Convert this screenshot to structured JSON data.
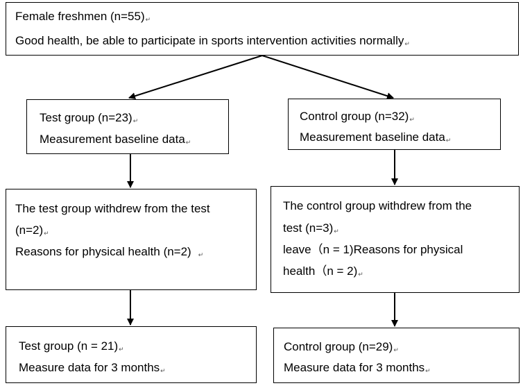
{
  "top": {
    "line1": "Female freshmen (n=55)",
    "line2": "Good health, be able to participate in sports intervention activities normally"
  },
  "test_baseline": {
    "line1": "Test group (n=23)",
    "line2": "Measurement baseline data"
  },
  "control_baseline": {
    "line1": "Control group (n=32)",
    "line2": "Measurement baseline data"
  },
  "test_withdrawal": {
    "line1": "The test group withdrew from the test",
    "line2": "(n=2)",
    "line3": "Reasons for physical health (n=2)"
  },
  "control_withdrawal": {
    "line1": "The control group withdrew from the",
    "line2": "test (n=3)",
    "line3": "leave（n = 1)Reasons for physical",
    "line4": "health（n = 2)"
  },
  "test_final": {
    "line1": "Test group (n = 21)",
    "line2": "Measure data for 3 months"
  },
  "control_final": {
    "line1": "Control group (n=29)",
    "line2": "Measure data for 3 months"
  },
  "paragraph_mark": "↵"
}
